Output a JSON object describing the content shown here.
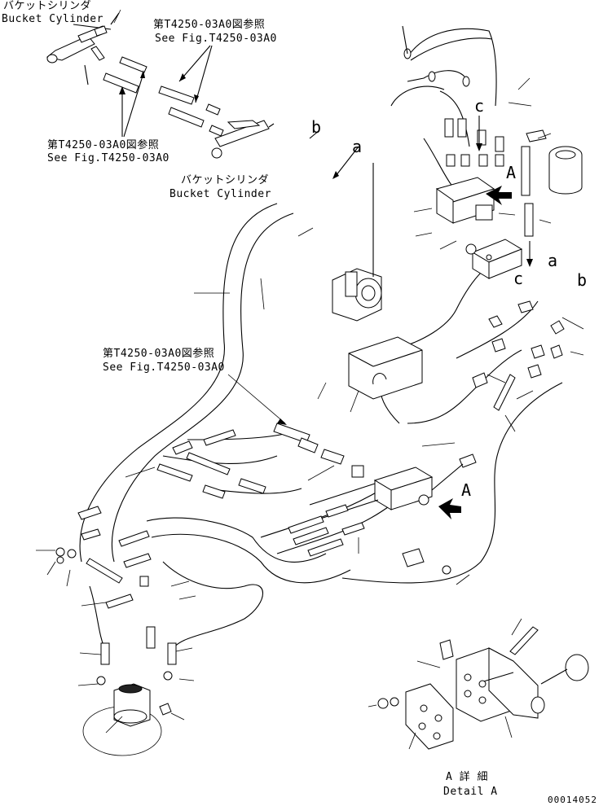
{
  "labels": {
    "bucket_cylinder_top_jp": "バケットシリンダ",
    "bucket_cylinder_top_en": "Bucket Cylinder",
    "see_fig_top_jp": "第T4250-03A0図参照",
    "see_fig_top_en": "See Fig.T4250-03A0",
    "see_fig_left_jp": "第T4250-03A0図参照",
    "see_fig_left_en": "See Fig.T4250-03A0",
    "bucket_cylinder_mid_jp": "バケットシリンダ",
    "bucket_cylinder_mid_en": "Bucket Cylinder",
    "see_fig_center_jp": "第T4250-03A0図参照",
    "see_fig_center_en": "See Fig.T4250-03A0",
    "detail_jp": "A 詳 細",
    "detail_en": "Detail A",
    "drawing_number": "00014052"
  },
  "callouts": {
    "a1": "a",
    "b1": "b",
    "c1": "c",
    "A1": "A",
    "a2": "a",
    "b2": "b",
    "c2": "c",
    "A2": "A"
  }
}
